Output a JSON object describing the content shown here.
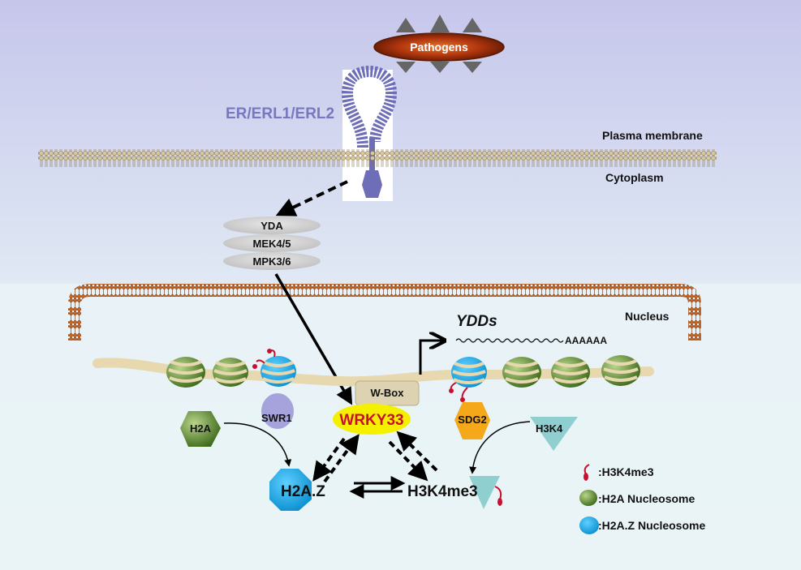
{
  "labels": {
    "pathogens": "Pathogens",
    "receptor": "ER/ERL1/ERL2",
    "plasma_membrane": "Plasma membrane",
    "cytoplasm": "Cytoplasm",
    "yda": "YDA",
    "mek": "MEK4/5",
    "mpk": "MPK3/6",
    "nucleus": "Nucleus",
    "ydds": "YDDs",
    "polya": "AAAAAA",
    "wbox": "W-Box",
    "wrky33": "WRKY33",
    "swr1": "SWR1",
    "sdg2": "SDG2",
    "h2a": "H2A",
    "h2az": "H2A.Z",
    "h3k4me3": "H3K4me3",
    "h3k4": "H3K4"
  },
  "legend": [
    {
      "icon": "h3k4me3-mark-icon",
      "label": ":H3K4me3"
    },
    {
      "icon": "h2a-nucleosome-icon",
      "label": ":H2A Nucleosome"
    },
    {
      "icon": "h2az-nucleosome-icon",
      "label": ":H2A.Z Nucleosome"
    }
  ],
  "colors": {
    "sky_top": "#c9c9ec",
    "sky_bottom": "#e0e9f4",
    "nucleus_bg": "#eef6f8",
    "receptor": "#6d6db8",
    "pathogen": "#b4380f",
    "membrane": "#c9b58a",
    "nucleus_membrane": "#a24b1a",
    "mapk_grey": "#cfcfcf",
    "h2a_green": "#6f9a3a",
    "h2az_blue": "#12a8e8",
    "wrky_yellow": "#f4f000",
    "wrky_text": "#c8102e",
    "swr1_purple": "#a6a3dc",
    "sdg2_orange": "#f4a81a",
    "h3k4_teal": "#8fcfd0",
    "dna": "#e7d8b0"
  }
}
